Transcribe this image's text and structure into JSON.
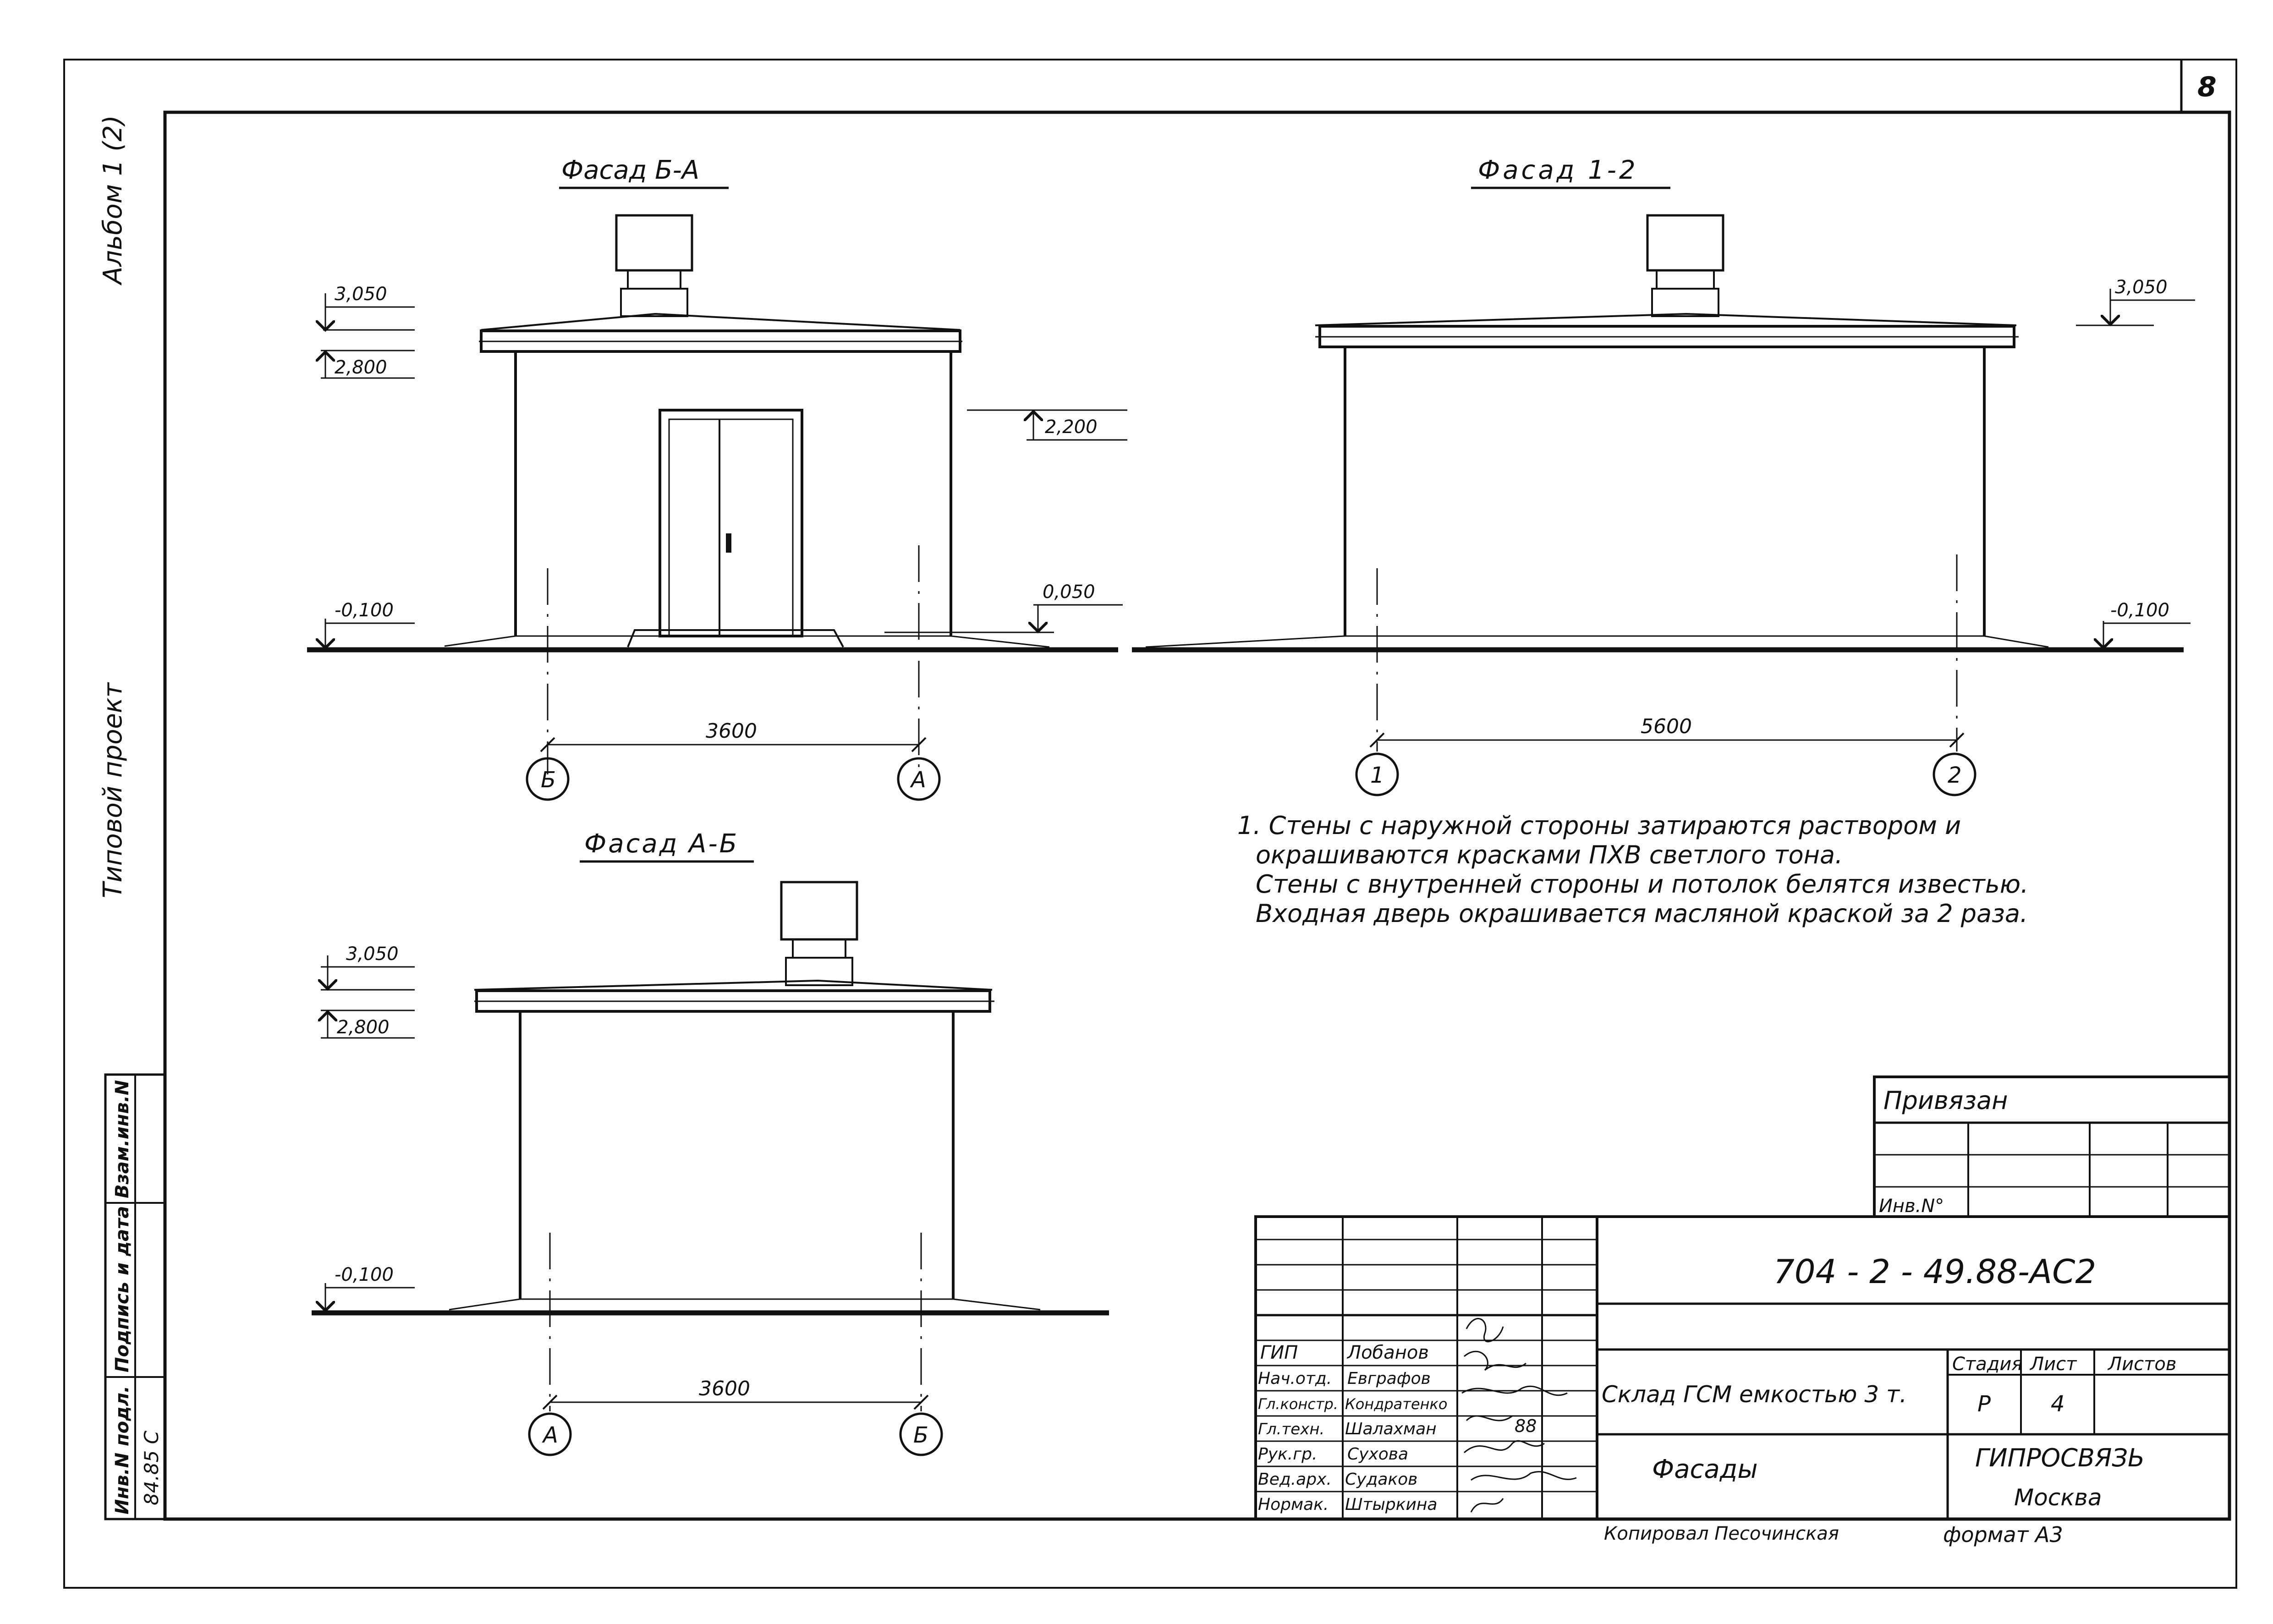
{
  "sheet": {
    "page_number": "8",
    "left_margin_top": "Альбом 1 (2)",
    "left_margin_middle": "Типовой проект",
    "left_margin_boxes": [
      "Инв.N подл.",
      "Подпись и дата",
      "Взам.инв.N"
    ],
    "left_margin_inv_value": "84.85 С"
  },
  "views": {
    "facade_ba": {
      "title": "Фасад Б-А",
      "levels": [
        "3,050",
        "2,800",
        "2,200",
        "0,050",
        "-0,100"
      ],
      "dimension": "3600",
      "axes": [
        "Б",
        "А"
      ]
    },
    "facade_12": {
      "title": "Фасад 1-2",
      "levels": [
        "3,050",
        "-0,100"
      ],
      "dimension": "5600",
      "axes": [
        "1",
        "2"
      ]
    },
    "facade_ab": {
      "title": "Фасад А-Б",
      "levels": [
        "3,050",
        "2,800",
        "-0,100"
      ],
      "dimension": "3600",
      "axes": [
        "А",
        "Б"
      ]
    }
  },
  "notes": [
    "1. Стены с наружной стороны затираются раствором и",
    "окрашиваются красками ПХВ светлого тона.",
    "Стены с внутренней стороны и потолок белятся известью.",
    "Входная дверь окрашивается масляной краской за 2 раза."
  ],
  "title_block": {
    "attached_label": "Привязан",
    "inv_label": "Инв.N°",
    "doc_code": "704 - 2 - 49.88-АС2",
    "object_name": "Склад ГСМ емкостью 3 т.",
    "sheet_name": "Фасады",
    "stage_label": "Стадия",
    "sheet_label": "Лист",
    "sheets_label": "Листов",
    "stage_value": "Р",
    "sheet_value": "4",
    "organization": "ГИПРОСВЯЗЬ",
    "city": "Москва",
    "copied_by": "Копировал  Песочинская",
    "format": "формат А3",
    "date_fragment": "88",
    "staff": [
      {
        "role": "ГИП",
        "name": "Лобанов"
      },
      {
        "role": "Нач.отд.",
        "name": "Евграфов"
      },
      {
        "role": "Гл.констр.",
        "name": "Кондратенко"
      },
      {
        "role": "Гл.техн.",
        "name": "Шалахман"
      },
      {
        "role": "Рук.гр.",
        "name": "Сухова"
      },
      {
        "role": "Вед.арх.",
        "name": "Судаков"
      },
      {
        "role": "Нормак.",
        "name": "Штыркина"
      }
    ]
  }
}
